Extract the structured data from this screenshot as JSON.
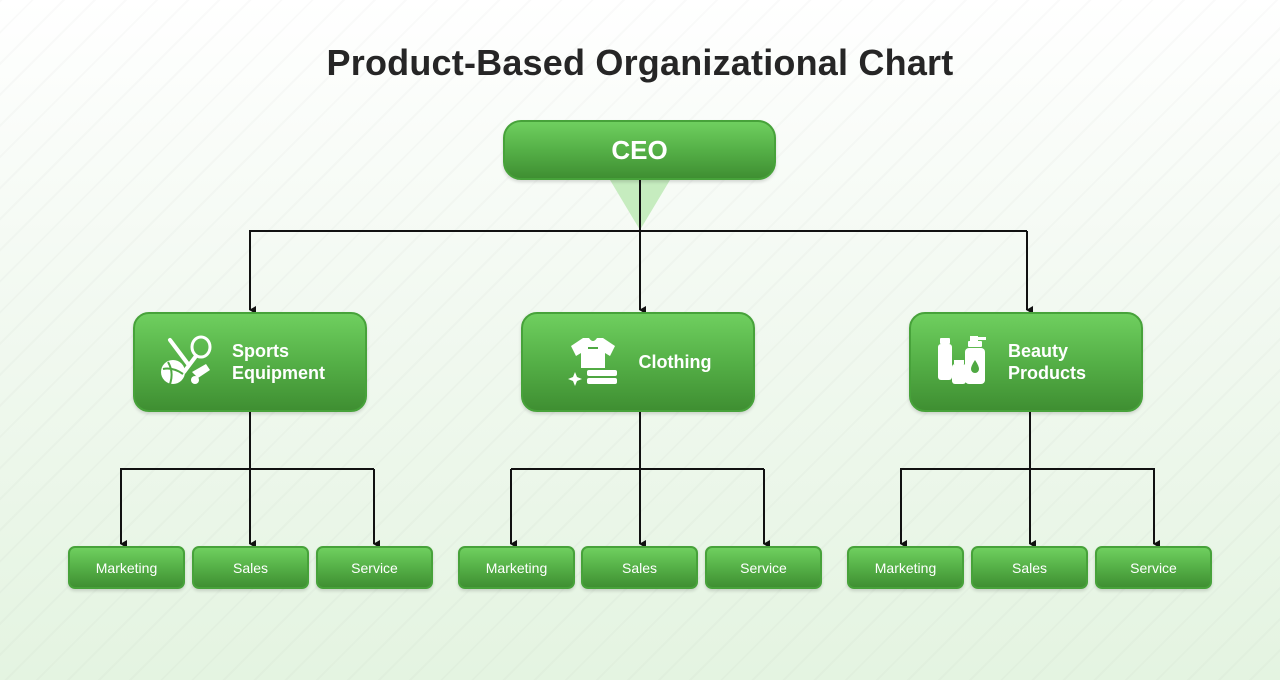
{
  "title": "Product-Based Organizational Chart",
  "ceo": {
    "label": "CEO"
  },
  "departments": [
    {
      "label": "Sports Equipment",
      "icon": "sports-equipment-icon",
      "units": [
        "Marketing",
        "Sales",
        "Service"
      ]
    },
    {
      "label": "Clothing",
      "icon": "clothing-icon",
      "units": [
        "Marketing",
        "Sales",
        "Service"
      ]
    },
    {
      "label": "Beauty Products",
      "icon": "beauty-products-icon",
      "units": [
        "Marketing",
        "Sales",
        "Service"
      ]
    }
  ],
  "colors": {
    "box_top": "#6fcf5f",
    "box_bottom": "#3f8f32",
    "border": "#47a23a",
    "line": "#111111"
  }
}
